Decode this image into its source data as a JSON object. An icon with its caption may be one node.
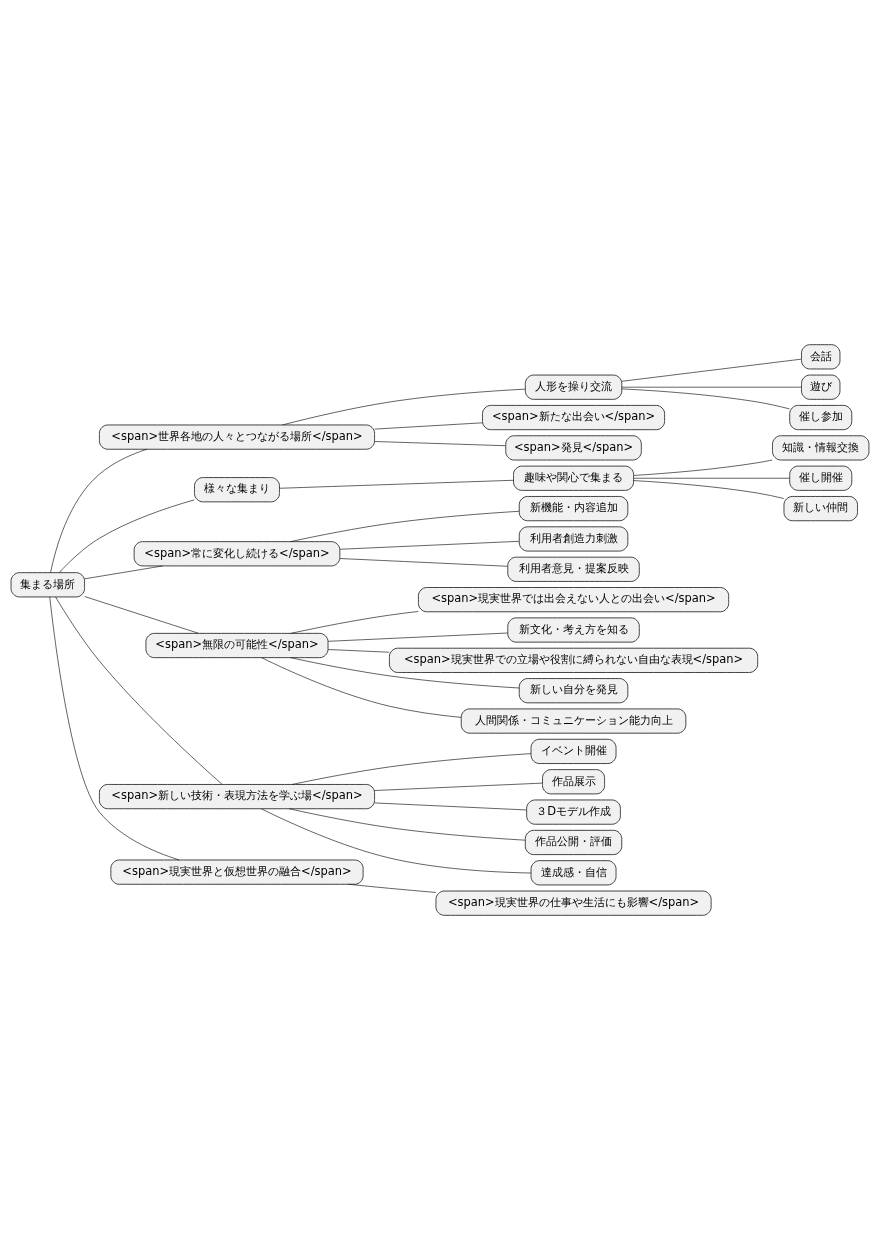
{
  "diagram": {
    "nodes": [
      {
        "text": [
          "集まる場所"
        ]
      },
      {
        "text": [
          "<span>世界各地の人々とつながる場所</span>"
        ]
      },
      {
        "text": [
          "人形を操り交流"
        ]
      },
      {
        "text": [
          "会話"
        ]
      },
      {
        "text": [
          "遊び"
        ]
      },
      {
        "text": [
          "催し参加"
        ]
      },
      {
        "text": [
          "<span>新たな出会い</span>"
        ]
      },
      {
        "text": [
          "<span>発見</span>"
        ]
      },
      {
        "text": [
          "様々な集まり"
        ]
      },
      {
        "text": [
          "趣味や関心で集まる"
        ]
      },
      {
        "text": [
          "知識・情報交換"
        ]
      },
      {
        "text": [
          "催し開催"
        ]
      },
      {
        "text": [
          "新しい仲間"
        ]
      },
      {
        "text": [
          "<span>常に変化し続ける</span>"
        ]
      },
      {
        "text": [
          "新機能・内容追加"
        ]
      },
      {
        "text": [
          "利用者創造力刺激"
        ]
      },
      {
        "text": [
          "利用者意見・提案反映"
        ]
      },
      {
        "text": [
          "<span>無限の可能性</span>"
        ]
      },
      {
        "text": [
          "<span>現実世界では出会えない人との出会い</span>"
        ]
      },
      {
        "text": [
          "新文化・考え方を知る"
        ]
      },
      {
        "text": [
          "<span>現実世界での立場や役割に縛られない自由な表現</span>"
        ]
      },
      {
        "text": [
          "新しい自分を発見"
        ]
      },
      {
        "text": [
          "人間関係・コミュニケーション能力向上"
        ]
      },
      {
        "text": [
          "<span>新しい技術・表現方法を学ぶ場</span>"
        ]
      },
      {
        "text": [
          "イベント開催"
        ]
      },
      {
        "text": [
          "作品展示"
        ]
      },
      {
        "text": [
          "３Dモデル作成"
        ]
      },
      {
        "text": [
          "作品公開・評価"
        ]
      },
      {
        "text": [
          "達成感・自信"
        ]
      },
      {
        "text": [
          "<span>現実世界と仮想世界の融合</span>"
        ]
      },
      {
        "text": [
          "<span>現実世界の仕事や生活にも影響</span>"
        ]
      }
    ],
    "edges": [
      {
        "from": 0,
        "to": 1,
        "arrow": "none"
      },
      {
        "from": 1,
        "to": 2,
        "arrow": "none"
      },
      {
        "from": 2,
        "to": 3,
        "arrow": "none"
      },
      {
        "from": 2,
        "to": 4,
        "arrow": "none"
      },
      {
        "from": 2,
        "to": 5,
        "arrow": "none"
      },
      {
        "from": 1,
        "to": 6,
        "arrow": "none"
      },
      {
        "from": 1,
        "to": 7,
        "arrow": "none"
      },
      {
        "from": 0,
        "to": 8,
        "arrow": "none"
      },
      {
        "from": 8,
        "to": 9,
        "arrow": "none"
      },
      {
        "from": 9,
        "to": 10,
        "arrow": "none"
      },
      {
        "from": 9,
        "to": 11,
        "arrow": "none"
      },
      {
        "from": 9,
        "to": 12,
        "arrow": "none"
      },
      {
        "from": 0,
        "to": 13,
        "arrow": "none"
      },
      {
        "from": 13,
        "to": 14,
        "arrow": "none"
      },
      {
        "from": 13,
        "to": 15,
        "arrow": "none"
      },
      {
        "from": 13,
        "to": 16,
        "arrow": "none"
      },
      {
        "from": 0,
        "to": 17,
        "arrow": "none"
      },
      {
        "from": 17,
        "to": 18,
        "arrow": "none"
      },
      {
        "from": 17,
        "to": 19,
        "arrow": "none"
      },
      {
        "from": 17,
        "to": 20,
        "arrow": "none"
      },
      {
        "from": 17,
        "to": 21,
        "arrow": "none"
      },
      {
        "from": 17,
        "to": 22,
        "arrow": "none"
      },
      {
        "from": 0,
        "to": 23,
        "arrow": "none"
      },
      {
        "from": 23,
        "to": 24,
        "arrow": "none"
      },
      {
        "from": 23,
        "to": 25,
        "arrow": "none"
      },
      {
        "from": 23,
        "to": 26,
        "arrow": "none"
      },
      {
        "from": 23,
        "to": 27,
        "arrow": "none"
      },
      {
        "from": 23,
        "to": 28,
        "arrow": "none"
      },
      {
        "from": 0,
        "to": 29,
        "arrow": "none"
      },
      {
        "from": 29,
        "to": 30,
        "arrow": "none"
      }
    ]
  }
}
